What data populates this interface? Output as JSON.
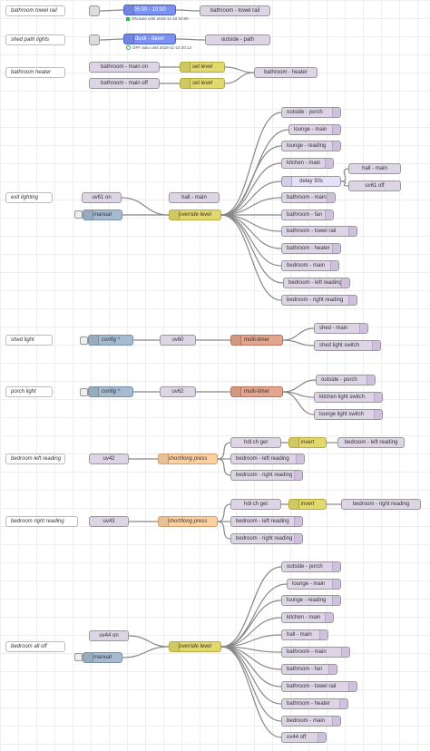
{
  "colors": {
    "link": "#ddd4e6",
    "change": "#e2d96e",
    "scheduler": "#7b92f2",
    "multi_timer": "#e3a58e",
    "short_long": "#fdd0a2",
    "inject": "#a6bbcf",
    "wire": "#888888"
  },
  "flows": {
    "bathroom_towel_rail": {
      "comment": "bathroom towel rail",
      "schedule": "05:00 - 10:00",
      "status": "ON auto until 2018-11-10 10:00",
      "out": "bathroom - towel rail"
    },
    "shed_path_lights": {
      "comment": "shed path lights",
      "schedule": "dusk - dawn",
      "status": "OFF auto until 2018-11-10 20:14",
      "out": "outside - path"
    },
    "bathroom_heater": {
      "comment": "bathroom heater",
      "in_on": "bathroom - main on",
      "in_off": "bathroom - main off",
      "set_level": "set level",
      "out": "bathroom - heater"
    },
    "exit_lighting": {
      "comment": "exit lighting",
      "uv": "uv61 on",
      "hall": "hall - main",
      "manual": "manual",
      "override": "override level",
      "delay": "delay 30s",
      "hall_out": "hall - main",
      "uv_off": "uv61 off",
      "outs": [
        "outside - porch",
        "lounge - main",
        "lounge - reading",
        "kitchen - main",
        "",
        "bathroom - main",
        "bathroom - fan",
        "bathroom - towel rail",
        "bathroom - heater",
        "bedroom - main",
        "bedroom - left reading",
        "bedroom - right reading"
      ]
    },
    "shed_light": {
      "comment": "shed light",
      "config": "config *",
      "uv": "uv60",
      "timer": "multi-timer",
      "outs": [
        "shed - main",
        "shed light switch"
      ]
    },
    "porch_light": {
      "comment": "porch light",
      "config": "config *",
      "uv": "uv62",
      "timer": "multi-timer",
      "outs": [
        "outside - porch",
        "kitchen light switch",
        "lounge light switch"
      ]
    },
    "bedroom_left_reading": {
      "comment": "bedroom left reading",
      "uv": "uv42",
      "press": "short/long press",
      "get": "hdl ch get",
      "invert": "invert",
      "toggle_out": "bedroom - left reading",
      "outs": [
        "bedroom - left reading",
        "bedroom - right reading"
      ]
    },
    "bedroom_right_reading": {
      "comment": "bedroom right reading",
      "uv": "uv43",
      "press": "short/long press",
      "get": "hdl ch get",
      "invert": "invert",
      "toggle_out": "bedroom - right reading",
      "outs": [
        "bedroom - left reading",
        "bedroom - right reading"
      ]
    },
    "bedroom_all_off": {
      "comment": "bedroom all off",
      "uv": "uv44 on",
      "manual": "manual",
      "override": "override level",
      "outs": [
        "outside - porch",
        "lounge - main",
        "lounge - reading",
        "kitchen - main",
        "hall - main",
        "bathroom - main",
        "bathroom - fan",
        "bathroom - towel rail",
        "bathroom - heater",
        "bedroom - main",
        "uv44 off"
      ]
    }
  }
}
